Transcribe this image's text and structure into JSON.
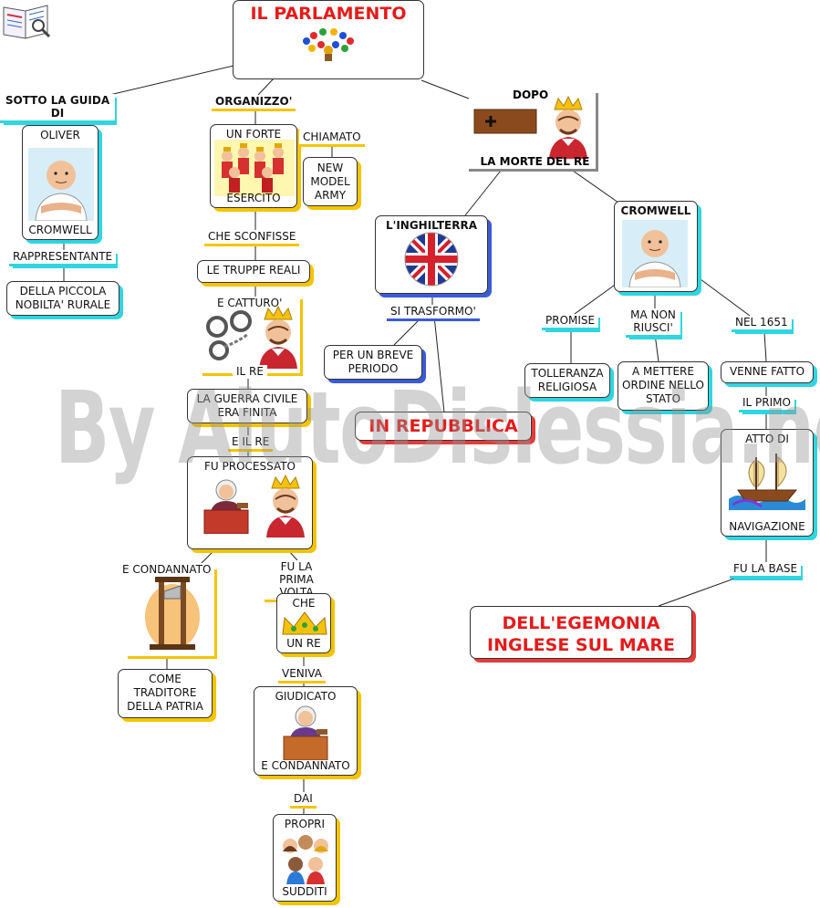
{
  "title": "IL PARLAMENTO",
  "watermark": "By AiutoDislessia.net",
  "left": {
    "label_guida": "SOTTO LA GUIDA DI",
    "oliver_top": "OLIVER",
    "oliver_bottom": "CROMWELL",
    "label_rappresentante": "RAPPRESENTANTE",
    "piccola_nobilta": "DELLA PICCOLA NOBILTA' RURALE"
  },
  "middle": {
    "label_organizzo": "ORGANIZZO'",
    "esercito_top": "UN FORTE",
    "esercito_bottom": "ESERCITO",
    "label_chiamato": "CHIAMATO",
    "new_model_army": "NEW MODEL ARMY",
    "label_sconfisse": "CHE SCONFISSE",
    "truppe_reali": "LE TRUPPE REALI",
    "label_catturo": "E CATTURO'",
    "label_il_re": "IL RE",
    "guerra_finita": "LA GUERRA CIVILE ERA FINITA",
    "label_e_il_re": "E IL RE",
    "processato_top": "FU PROCESSATO",
    "label_condannato": "E CONDANNATO",
    "traditore": "COME TRADITORE DELLA PATRIA",
    "label_prima_volta": "FU LA PRIMA VOLTA",
    "che_re_top": "CHE",
    "che_re_bottom": "UN RE",
    "label_veniva": "VENIVA",
    "giudicato_top": "GIUDICATO",
    "giudicato_bottom": "E CONDANNATO",
    "label_dai": "DAI",
    "sudditi_top": "PROPRI",
    "sudditi_bottom": "SUDDITI"
  },
  "right": {
    "dopo_top": "DOPO",
    "dopo_bottom": "LA MORTE DEL RE",
    "inghilterra": "L'INGHILTERRA",
    "label_trasformo": "SI TRASFORMO'",
    "breve_periodo": "PER UN BREVE PERIODO",
    "repubblica": "IN REPUBBLICA",
    "cromwell": "CROMWELL",
    "label_promise": "PROMISE",
    "tolleranza": "TOLLERANZA RELIGIOSA",
    "label_ma_non": "MA NON RIUSCI'",
    "mettere_ordine": "A METTERE ORDINE NELLO STATO",
    "label_1651": "NEL 1651",
    "venne_fatto": "VENNE FATTO",
    "label_il_primo": "IL PRIMO",
    "atto_top": "ATTO DI",
    "atto_bottom": "NAVIGAZIONE",
    "label_base": "FU LA BASE",
    "egemonia": "DELL'EGEMONIA INGLESE SUL MARE"
  },
  "colors": {
    "shadow_cyan": "#2fd6e0",
    "shadow_yellow": "#f5c400",
    "shadow_blue": "#3b5bd6",
    "title_red": "#e41b1b"
  },
  "icons": [
    "book-icon",
    "parliament-icon",
    "coffin-icon",
    "king-icon",
    "man-icon",
    "soldiers-icon",
    "handcuffs-icon",
    "judge-icon",
    "guillotine-icon",
    "crown-icon",
    "uk-flag-icon",
    "ship-icon",
    "people-icon"
  ]
}
